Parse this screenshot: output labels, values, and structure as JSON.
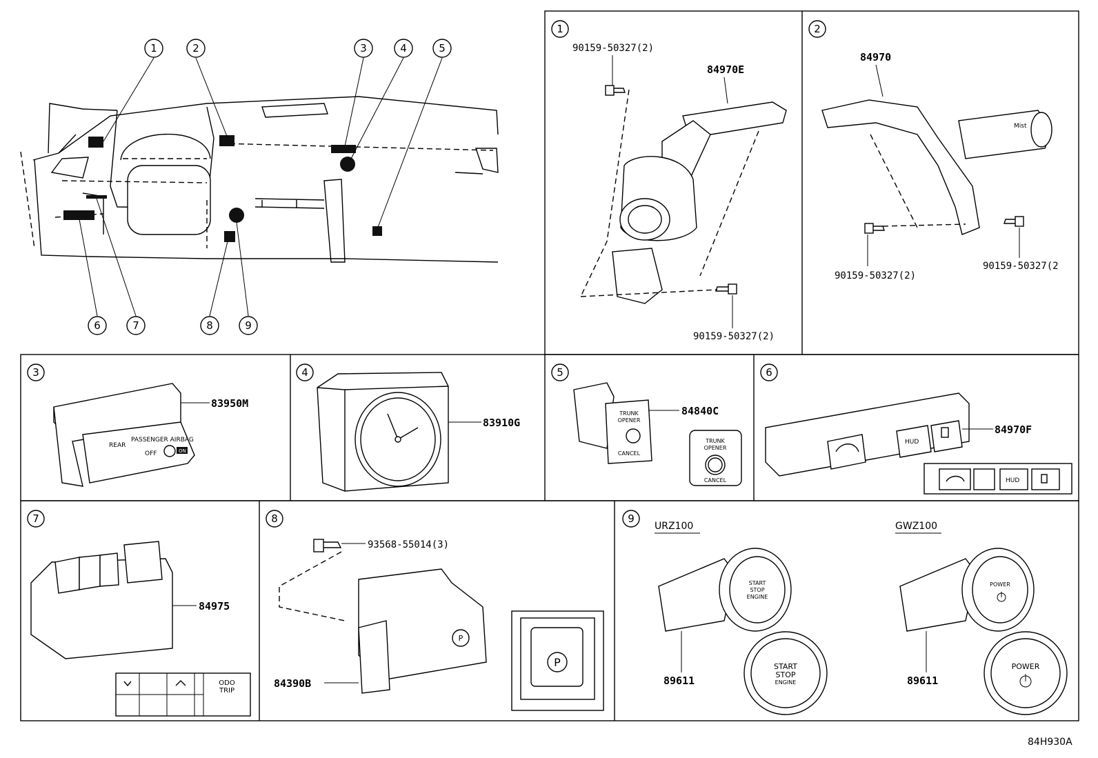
{
  "callouts": [
    "1",
    "2",
    "3",
    "4",
    "5",
    "6",
    "7",
    "8",
    "9"
  ],
  "panel1": {
    "callout": "1",
    "part": "84970E",
    "screw_top": "90159-50327(2)",
    "screw_bottom": "90159-50327(2)"
  },
  "panel2": {
    "callout": "2",
    "part": "84970",
    "screw_left": "90159-50327(2)",
    "screw_right": "90159-50327(2"
  },
  "panel3": {
    "callout": "3",
    "part": "83950M",
    "labels": {
      "rear": "REAR",
      "passenger_airbag": "PASSENGER AIRBAG",
      "off": "OFF",
      "on": "ON"
    }
  },
  "panel4": {
    "callout": "4",
    "part": "83910G"
  },
  "panel5": {
    "callout": "5",
    "part": "84840C",
    "labels": {
      "line1": "TRUNK",
      "line2": "OPENER",
      "cancel": "CANCEL"
    }
  },
  "panel6": {
    "callout": "6",
    "part": "84970F",
    "labels": {
      "hud": "HUD"
    }
  },
  "panel7": {
    "callout": "7",
    "part": "84975",
    "labels": {
      "odo": "ODO",
      "trip": "TRIP"
    }
  },
  "panel8": {
    "callout": "8",
    "part": "84390B",
    "screw": "93568-55014(3)",
    "labels": {
      "p": "P"
    }
  },
  "panel9": {
    "callout": "9",
    "model_left": "URZ100",
    "model_right": "GWZ100",
    "part_left": "89611",
    "part_right": "89611",
    "labels": {
      "start": "START",
      "stop": "STOP",
      "engine": "ENGINE",
      "power": "POWER"
    }
  },
  "reference": "84H930A"
}
